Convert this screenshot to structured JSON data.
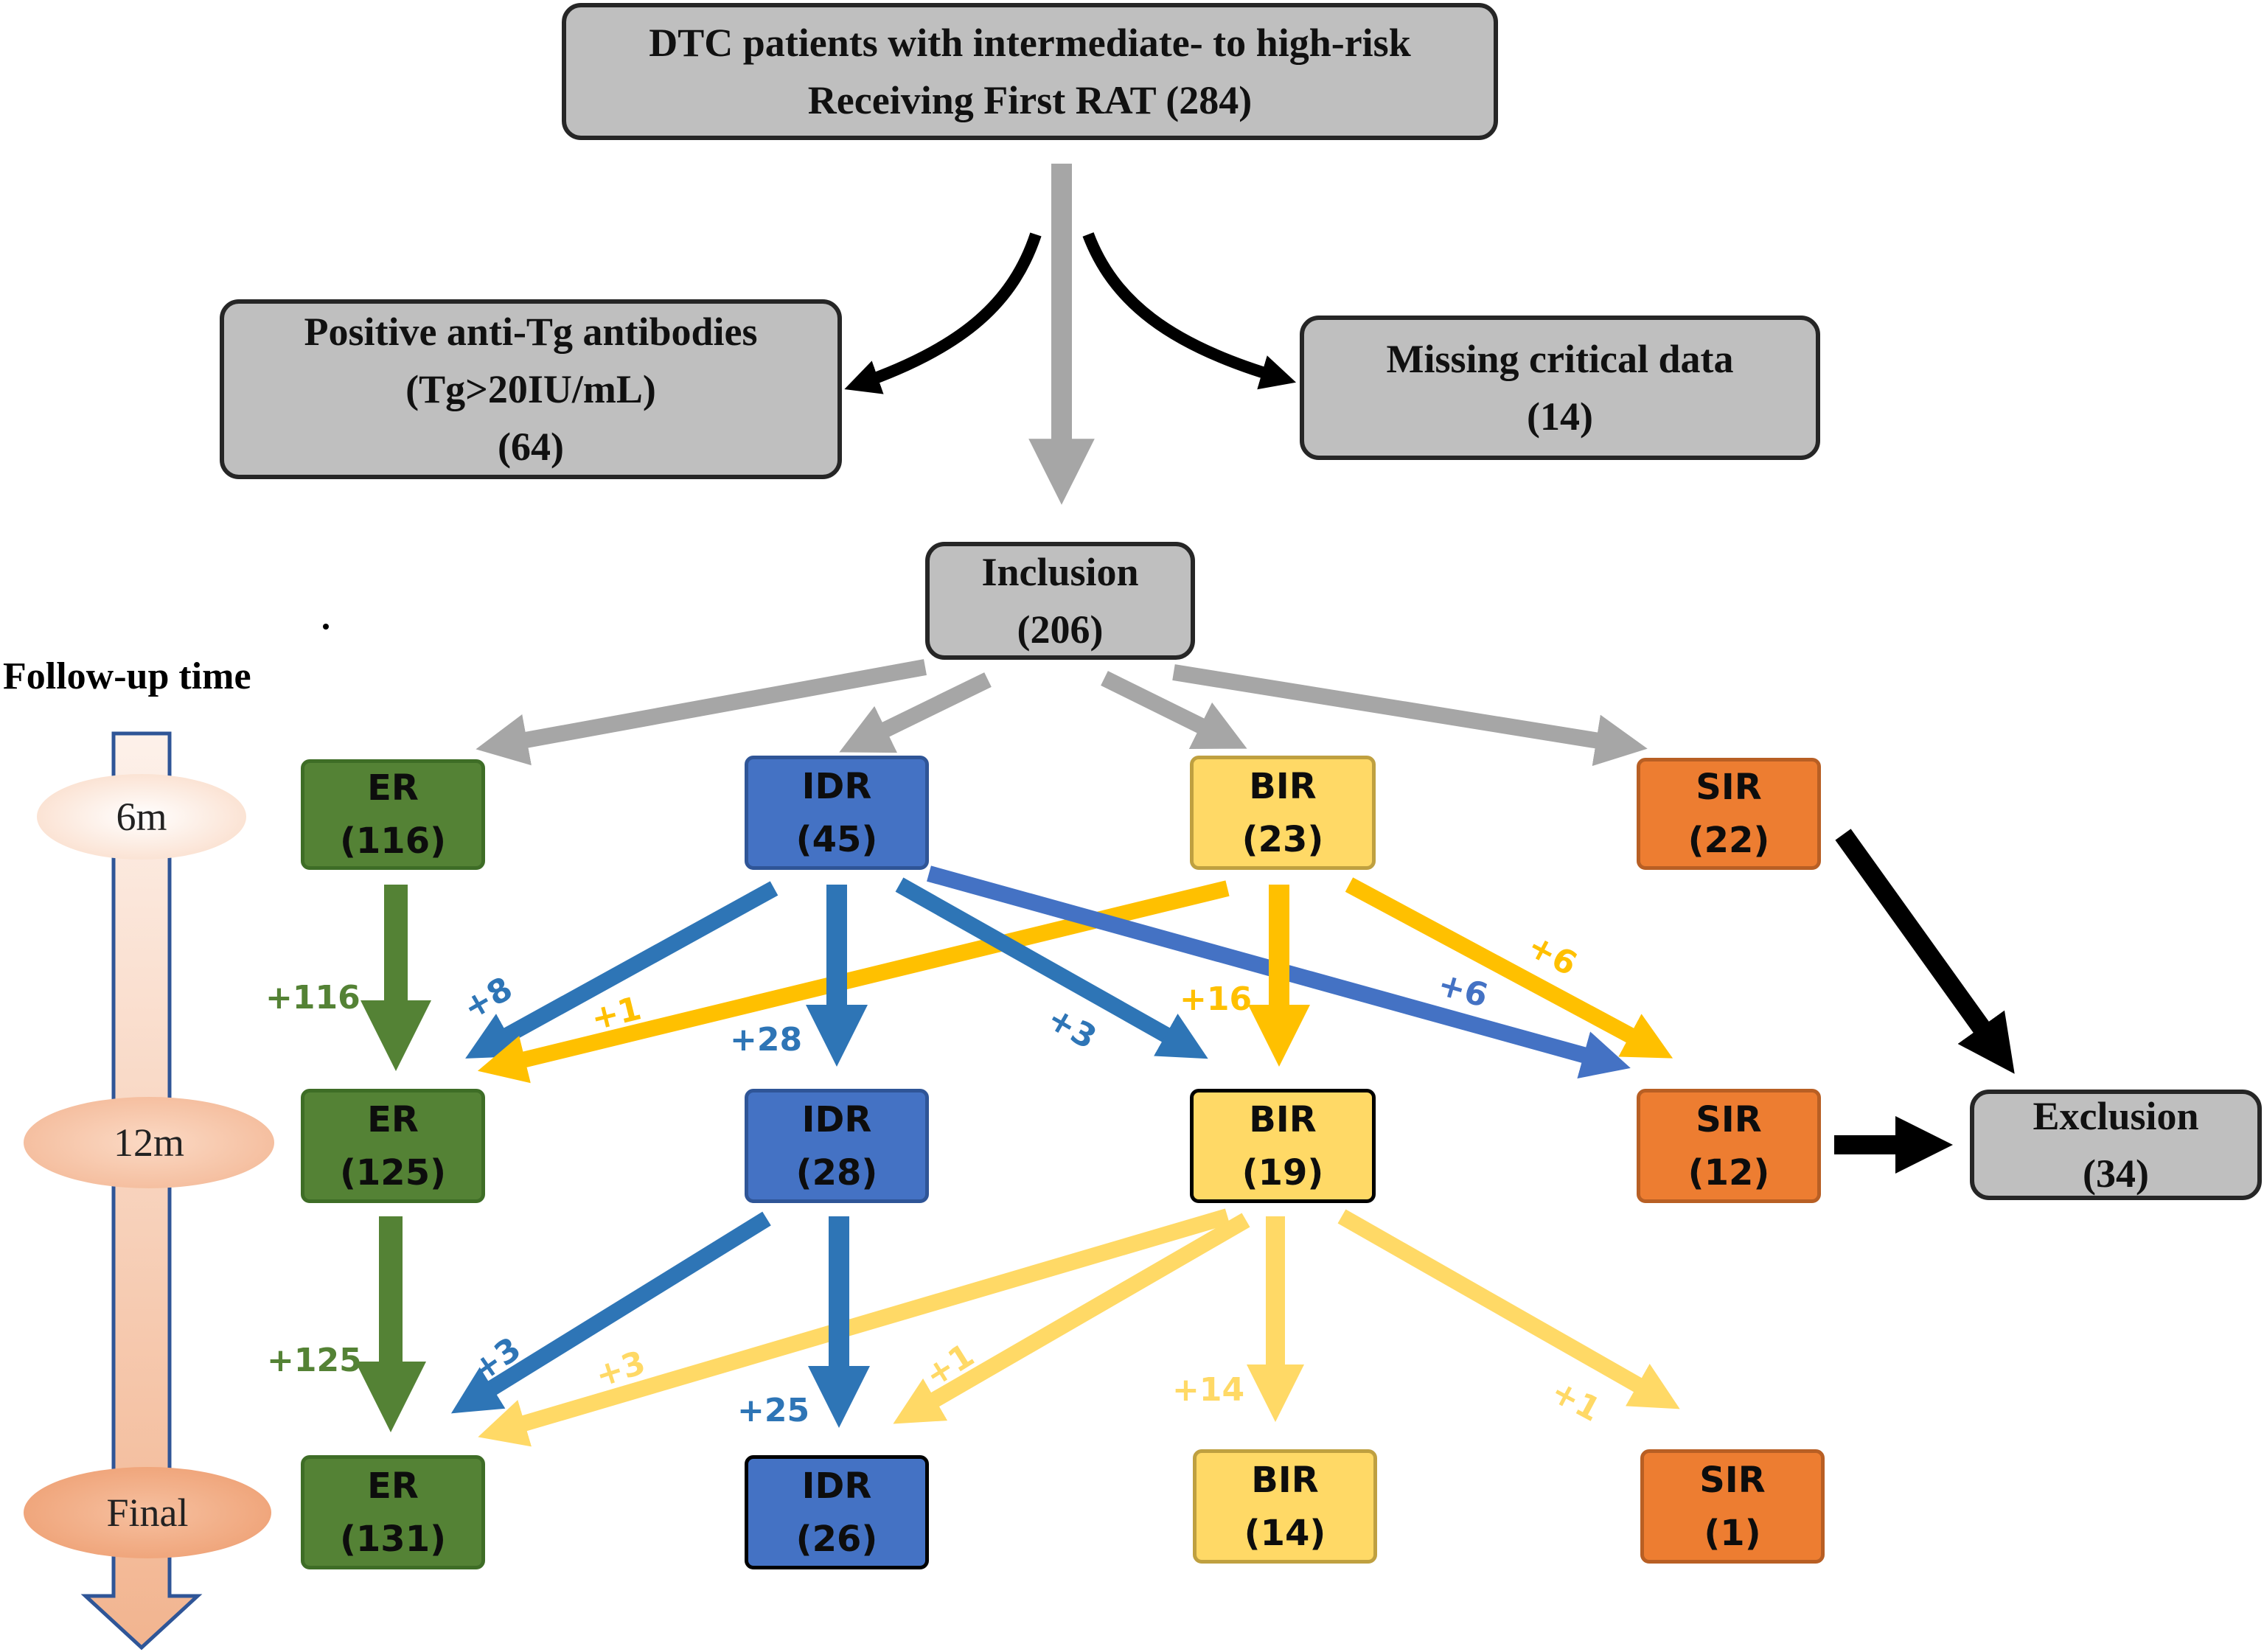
{
  "top_box": {
    "line1": "DTC patients with intermediate- to high-risk",
    "line2": "Receiving First RAT (284)"
  },
  "excluded_left": {
    "line1": "Positive anti-Tg antibodies",
    "line2": "(Tg>20IU/mL)",
    "line3": "(64)"
  },
  "excluded_right": {
    "line1": "Missing critical data",
    "line2": "(14)"
  },
  "inclusion": {
    "label": "Inclusion",
    "count": "(206)"
  },
  "exclusion": {
    "label": "Exclusion",
    "count": "(34)"
  },
  "followup": {
    "title": "Follow-up time",
    "times": [
      "6m",
      "12m",
      "Final"
    ]
  },
  "rows": [
    [
      {
        "label": "ER",
        "count": "(116)"
      },
      {
        "label": "IDR",
        "count": "(45)"
      },
      {
        "label": "BIR",
        "count": "(23)"
      },
      {
        "label": "SIR",
        "count": "(22)"
      }
    ],
    [
      {
        "label": "ER",
        "count": "(125)"
      },
      {
        "label": "IDR",
        "count": "(28)"
      },
      {
        "label": "BIR",
        "count": "(19)"
      },
      {
        "label": "SIR",
        "count": "(12)"
      }
    ],
    [
      {
        "label": "ER",
        "count": "(131)"
      },
      {
        "label": "IDR",
        "count": "(26)"
      },
      {
        "label": "BIR",
        "count": "(14)"
      },
      {
        "label": "SIR",
        "count": "(1)"
      }
    ]
  ],
  "colors": {
    "ER": "#548235",
    "IDR": "#4472c4",
    "BIR": "#ffd966",
    "SIR": "#ed7d31",
    "grey": "#bfbfbf",
    "flow_grey": "#a6a6a6",
    "excl_arrow": "#000000",
    "idr_arrow": "#2e75b6",
    "bir_arrow": "#ffc000",
    "bir_arrow_light": "#ffd966",
    "er_label": "#548235"
  },
  "transitions": {
    "t1": {
      "er_er": "+116",
      "idr_er": "+8",
      "bir_er": "+1",
      "idr_idr": "+28",
      "idr_bir": "+3",
      "idr_sir": "+6",
      "bir_bir": "+16",
      "bir_sir": "+6"
    },
    "t2": {
      "er_er": "+125",
      "idr_er": "+3",
      "bir_er": "+3",
      "idr_idr": "+25",
      "bir_idr": "+1",
      "bir_bir": "+14",
      "bir_sir": "+1"
    }
  }
}
